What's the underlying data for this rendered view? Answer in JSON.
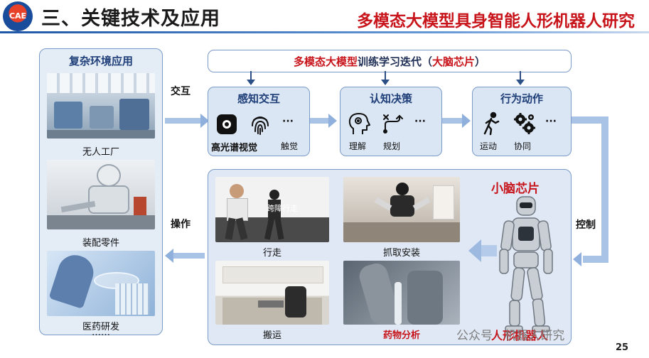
{
  "header": {
    "logo_text": "CAE",
    "title": "三、关键技术及应用",
    "subtitle": "多模态大模型具身智能人形机器人研究"
  },
  "left_panel": {
    "title": "复杂环境应用",
    "items": [
      {
        "caption": "无人工厂"
      },
      {
        "caption": "装配零件"
      },
      {
        "caption": "医药研发"
      }
    ],
    "more": "……"
  },
  "labels": {
    "interact": "交互",
    "operate": "操作",
    "control": "控制"
  },
  "top_bar": {
    "title_red": "多模态大模型",
    "title_mid": "训练学习迭代（",
    "title_bold": "大脑芯片",
    "title_end": "）"
  },
  "perception": {
    "title": "感知交互",
    "captions": [
      "高光谱视觉",
      "触觉"
    ],
    "dots": "···"
  },
  "cognition": {
    "title": "认知决策",
    "captions": [
      "理解",
      "规划"
    ],
    "dots": "···"
  },
  "action": {
    "title": "行为动作",
    "captions": [
      "运动",
      "协同"
    ],
    "dots": "···"
  },
  "cerebellum": {
    "title": "小脑芯片",
    "robot_label": "人形机器人",
    "overlay_text": "跨障行走",
    "photos": [
      {
        "caption": "行走"
      },
      {
        "caption": "抓取安装"
      },
      {
        "caption": "搬运"
      },
      {
        "caption": "药物分析"
      }
    ]
  },
  "footer": {
    "watermark": "公众号 · 机器人研究",
    "page": "25"
  }
}
